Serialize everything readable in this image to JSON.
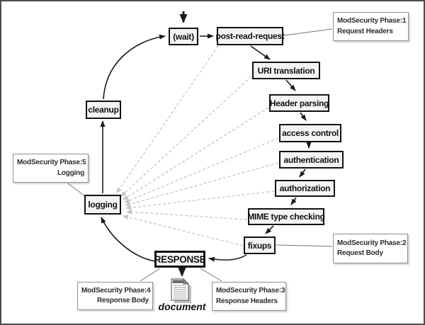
{
  "stages": {
    "wait": "(wait)",
    "post_read_request": "post-read-request",
    "uri_translation": "URI translation",
    "header_parsing": "Header parsing",
    "access_control": "access control",
    "authentication": "authentication",
    "authorization": "authorization",
    "mime_type_checking": "MIME type checking",
    "fixups": "fixups",
    "response": "RESPONSE",
    "logging": "logging",
    "cleanup": "cleanup"
  },
  "callouts": {
    "phase1": {
      "line1": "ModSecurity Phase:1",
      "line2": "Request Headers"
    },
    "phase2": {
      "line1": "ModSecurity Phase:2",
      "line2": "Request Body"
    },
    "phase3": {
      "line1": "ModSecurity Phase:3",
      "line2": "Response Headers"
    },
    "phase4": {
      "line1": "ModSecurity Phase:4",
      "line2": "Response Body"
    },
    "phase5": {
      "line1": "ModSecurity Phase:5",
      "line2": "Logging"
    }
  },
  "document_icon_label": "document",
  "colors": {
    "frame_border": "#4d4d4d",
    "stage_fill": "#f4f4f4",
    "stage_border": "#121212",
    "flow_arrow": "#1a1a1a",
    "dashed_logging_line": "#c9c9c9",
    "callout_border": "#8f8f8f",
    "callout_text": "#2b2b2b"
  }
}
